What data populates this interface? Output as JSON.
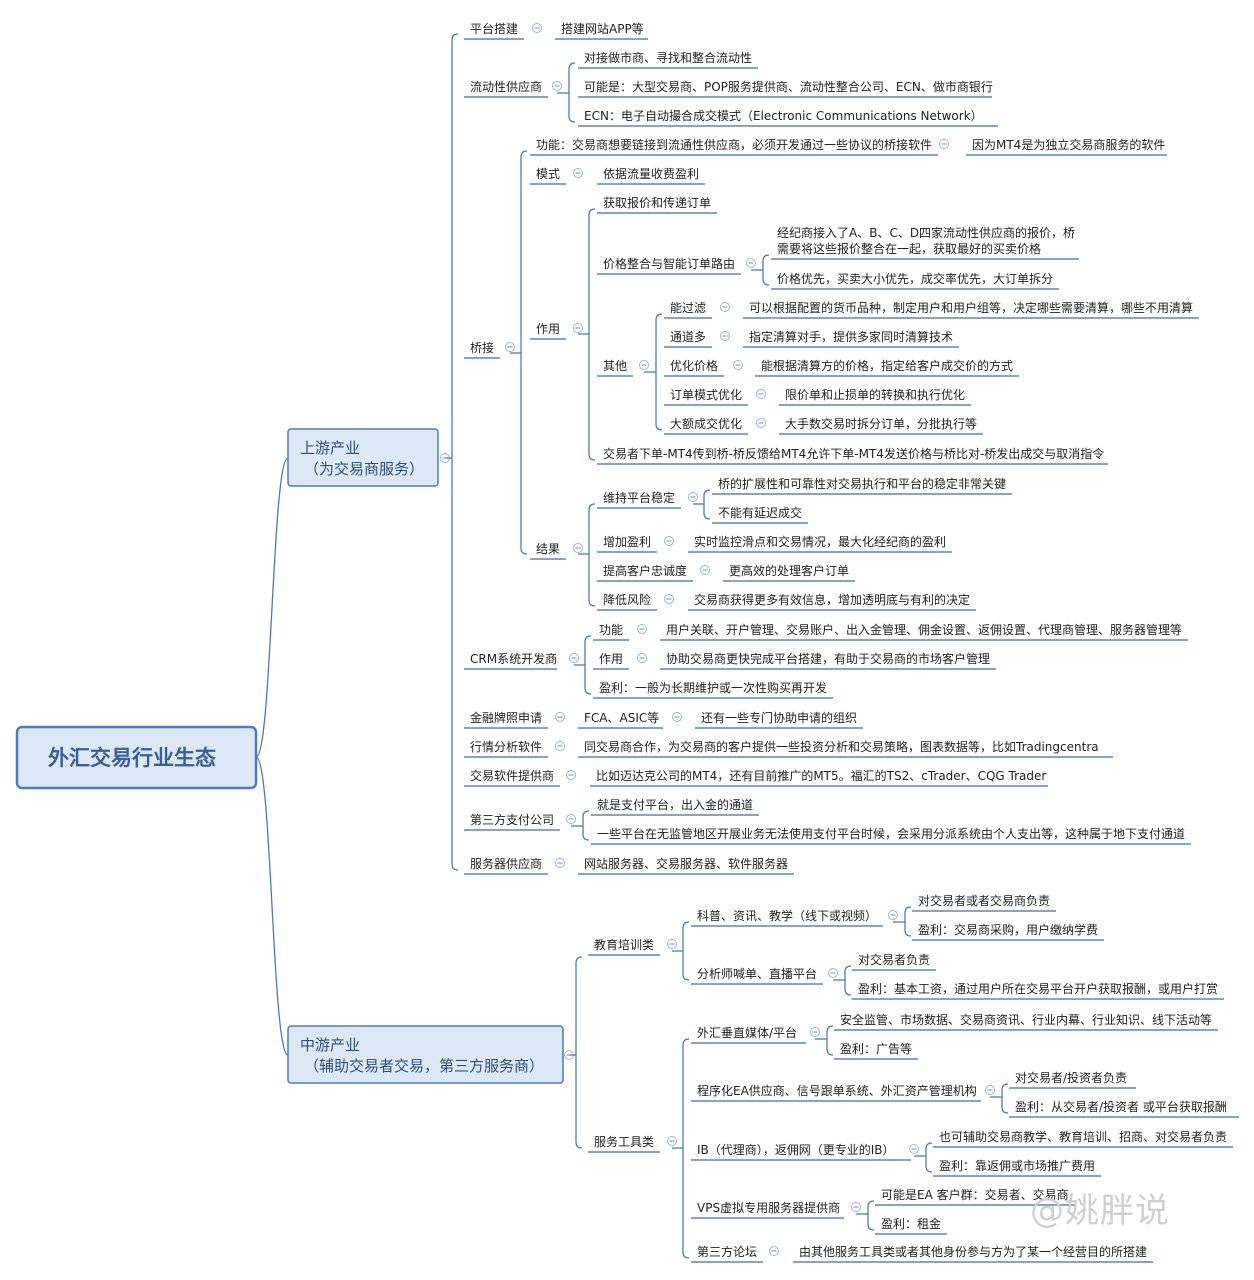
{
  "colors": {
    "connector": "#4a78c2",
    "underline": "#3b6cb6",
    "box_fill": "#dde8f6",
    "box_stroke": "#4d7bbf",
    "text": "#222222",
    "toggle": "#9bb3d6"
  },
  "watermark": "@姚胖说",
  "mindmap": {
    "root": {
      "label": "外汇交易行业生态"
    },
    "upstream": {
      "title_line1": "上游产业",
      "title_line2": "（为交易商服务）",
      "platform": {
        "label": "平台搭建",
        "detail": "搭建网站APP等"
      },
      "liquidity": {
        "label": "流动性供应商",
        "items": [
          "对接做市商、寻找和整合流动性",
          "可能是：大型交易商、POP服务提供商、流动性整合公司、ECN、做市商银行",
          "ECN：电子自动撮合成交模式（Electronic Communications Network）"
        ]
      },
      "bridge": {
        "label": "桥接",
        "function": "功能：交易商想要链接到流通性供应商，必须开发通过一些协议的桥接软件",
        "function_reason": "因为MT4是为独立交易商服务的软件",
        "mode_label": "模式",
        "mode_detail": "依据流量收费盈利",
        "role_label": "作用",
        "role_quote": "获取报价和传递订单",
        "routing_label": "价格整合与智能订单路由",
        "routing_detail_line1": "经纪商接入了A、B、C、D四家流动性供应商的报价，桥",
        "routing_detail_line2": "需要将这些报价整合在一起，获取最好的买卖价格",
        "routing_priority": "价格优先，买卖大小优先，成交率优先，大订单拆分",
        "other_label": "其他",
        "other_items": [
          {
            "label": "能过滤",
            "detail": "可以根据配置的货币品种，制定用户和用户组等，决定哪些需要清算，哪些不用清算"
          },
          {
            "label": "通道多",
            "detail": "指定清算对手，提供多家同时清算技术"
          },
          {
            "label": "优化价格",
            "detail": "能根据清算方的价格，指定给客户成交价的方式"
          },
          {
            "label": "订单模式优化",
            "detail": "限价单和止损单的转换和执行优化"
          },
          {
            "label": "大额成交优化",
            "detail": "大手数交易时拆分订单，分批执行等"
          }
        ],
        "flow": "交易者下单-MT4传到桥-桥反馈给MT4允许下单-MT4发送价格与桥比对-桥发出成交与取消指令",
        "result_label": "结果",
        "stability_label": "维持平台稳定",
        "stability_items": [
          "桥的扩展性和可靠性对交易执行和平台的稳定非常关键",
          "不能有延迟成交"
        ],
        "results": [
          {
            "label": "增加盈利",
            "detail": "实时监控滑点和交易情况，最大化经纪商的盈利"
          },
          {
            "label": "提高客户忠诚度",
            "detail": "更高效的处理客户订单"
          },
          {
            "label": "降低风险",
            "detail": "交易商获得更多有效信息，增加透明底与有利的决定"
          }
        ]
      },
      "crm": {
        "label": "CRM系统开发商",
        "function_label": "功能",
        "function_detail": "用户关联、开户管理、交易账户、出入金管理、佣金设置、返佣设置、代理商管理、服务器管理等",
        "role_label": "作用",
        "role_detail": "协助交易商更快完成平台搭建，有助于交易商的市场客户管理",
        "profit": "盈利：一般为长期维护或一次性购买再开发"
      },
      "license": {
        "label": "金融牌照申请",
        "detail": "FCA、ASIC等",
        "extra": "还有一些专门协助申请的组织"
      },
      "market_analysis": {
        "label": "行情分析软件",
        "detail": "同交易商合作，为交易商的客户提供一些投资分析和交易策略，图表数据等，比如Tradingcentra"
      },
      "trading_software": {
        "label": "交易软件提供商",
        "detail": "比如迈达克公司的MT4，还有目前推广的MT5。福汇的TS2、cTrader、CQG Trader"
      },
      "payment": {
        "label": "第三方支付公司",
        "items": [
          "就是支付平台，出入金的通道",
          "一些平台在无监管地区开展业务无法使用支付平台时候，会采用分派系统由个人支出等，这种属于地下支付通道"
        ]
      },
      "server": {
        "label": "服务器供应商",
        "detail": "网站服务器、交易服务器、软件服务器"
      }
    },
    "midstream": {
      "title_line1": "中游产业",
      "title_line2": "（辅助交易者交易，第三方服务商）",
      "education": {
        "label": "教育培训类",
        "science": {
          "label": "科普、资讯、教学（线下或视频）",
          "items": [
            "对交易者或者交易商负责",
            "盈利：交易商采购，用户缴纳学费"
          ]
        },
        "analyst": {
          "label": "分析师喊单、直播平台",
          "items": [
            "对交易者负责",
            "盈利：基本工资，通过用户所在交易平台开户获取报酬，或用户打赏"
          ]
        }
      },
      "service": {
        "label": "服务工具类",
        "media": {
          "label": "外汇垂直媒体/平台",
          "items": [
            "安全监管、市场数据、交易商资讯、行业内幕、行业知识、线下活动等",
            "盈利：广告等"
          ]
        },
        "ea": {
          "label": "程序化EA供应商、信号跟单系统、外汇资产管理机构",
          "items": [
            "对交易者/投资者负责",
            "盈利：从交易者/投资者 或平台获取报酬"
          ]
        },
        "ib": {
          "label": "IB（代理商），返佣网（更专业的IB）",
          "items": [
            "也可辅助交易商教学、教育培训、招商、对交易者负责",
            "盈利：靠返佣或市场推广费用"
          ]
        },
        "vps": {
          "label": "VPS虚拟专用服务器提供商",
          "items": [
            "可能是EA 客户群：交易者、交易商",
            "盈利：租金"
          ]
        },
        "forum": {
          "label": "第三方论坛",
          "detail": "由其他服务工具类或者其他身份参与方为了某一个经营目的所搭建"
        }
      }
    }
  }
}
